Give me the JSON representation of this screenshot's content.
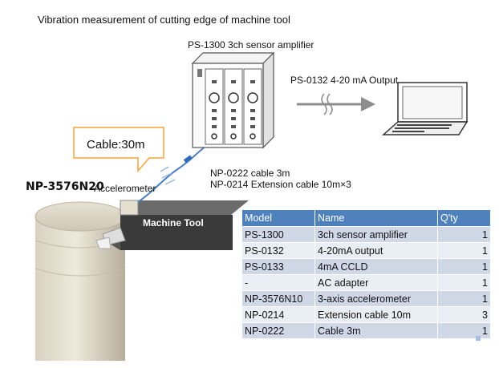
{
  "title": "Vibration measurement of cutting edge of machine tool",
  "amplifier": {
    "label": "PS-1300 3ch sensor amplifier"
  },
  "output": {
    "label": "PS-0132 4-20 mA Output"
  },
  "cables": {
    "cable": "NP-0222 cable 3m",
    "extension": "NP-0214 Extension cable 10m×3"
  },
  "callout": {
    "text": "Cable:30m"
  },
  "sensor": {
    "model": "NP-3576N20",
    "type": "Accelerometer"
  },
  "machine": {
    "label": "Machine Tool"
  },
  "parts_table": {
    "headers": [
      "Model",
      "Name",
      "Q'ty"
    ],
    "rows": [
      [
        "PS-1300",
        "3ch sensor amplifier",
        "1"
      ],
      [
        "PS-0132",
        "4-20mA output",
        "1"
      ],
      [
        "PS-0133",
        "4mA CCLD",
        "1"
      ],
      [
        "-",
        "AC adapter",
        "1"
      ],
      [
        "NP-3576N10",
        "3-axis accelerometer",
        "1"
      ],
      [
        "NP-0214",
        "Extension cable 10m",
        "3"
      ],
      [
        "NP-0222",
        "Cable 3m",
        "1"
      ]
    ]
  },
  "colors": {
    "header_bg": "#4f81bd",
    "row_odd": "#d0d8e8",
    "row_even": "#e9edf4",
    "callout_border": "#f5a33a",
    "cable": "#4a7fc0",
    "machine": "#3a3a3a"
  },
  "icons": [
    "amplifier-icon",
    "laptop-icon",
    "arrow-icon",
    "machine-tool-icon",
    "accelerometer-icon",
    "cable-icon"
  ]
}
